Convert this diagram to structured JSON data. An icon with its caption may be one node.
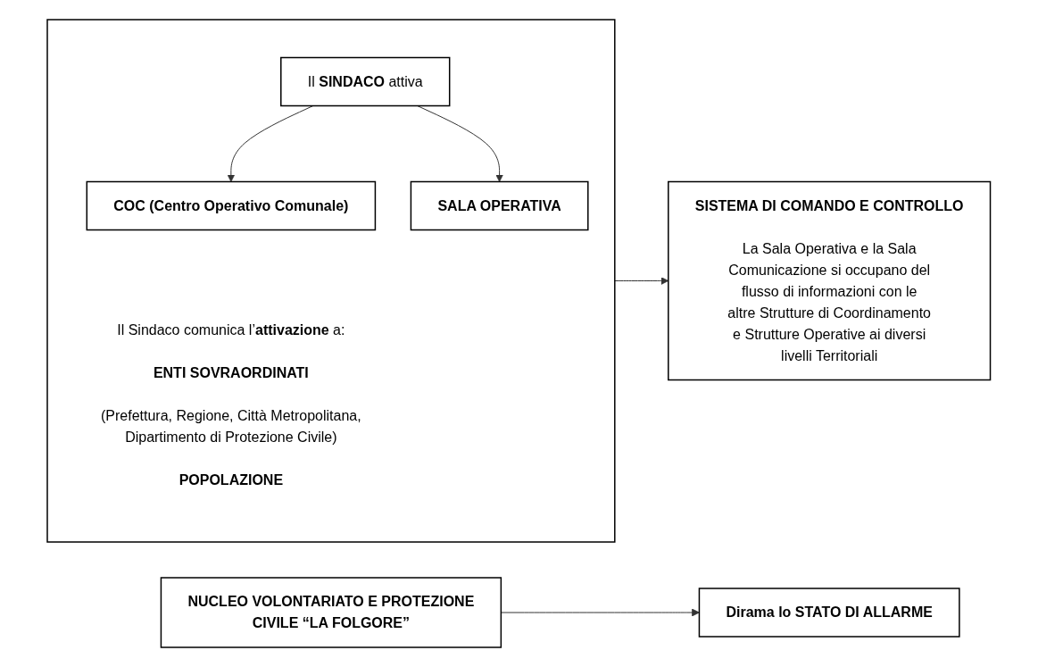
{
  "diagram": {
    "nodes": [
      {
        "text": [],
        "shape": "box"
      },
      {
        "text": [
          "Il **SINDACO** attiva"
        ],
        "in": 0
      },
      {
        "text": [
          "COC (Centro Operativo Comunale)"
        ],
        "in": 0
      },
      {
        "text": [
          "SALA OPERATIVA"
        ],
        "in": 0
      },
      {
        "text": [
          "Il Sindaco comunica l’**attivazione** a:",
          "ENTI SOVRAORDINATI",
          "(Prefettura, Regione, Città Metropolitana, Dipartimento di Protezione Civile)",
          "POPOLAZIONE"
        ],
        "in": 0
      },
      {
        "text": [
          "SISTEMA DI COMANDO E CONTROLLO",
          "La Sala Operativa e la Sala Comunicazione si occupano del flusso di informazioni con le altre Strutture di Coordinamento e Strutture Operative ai diversi livelli Territoriali"
        ]
      },
      {
        "text": [
          "NUCLEO VOLONTARIATO E PROTEZIONE CIVILE “LA FOLGORE”"
        ]
      },
      {
        "text": [
          "Dirama lo STATO DI ALLARME"
        ]
      }
    ],
    "edges": [
      {
        "from": 1,
        "to": 2,
        "arrow": "to"
      },
      {
        "from": 1,
        "to": 3,
        "arrow": "to"
      },
      {
        "from": 0,
        "to": 5,
        "arrow": "to"
      },
      {
        "from": 6,
        "to": 7,
        "arrow": "to"
      }
    ]
  }
}
